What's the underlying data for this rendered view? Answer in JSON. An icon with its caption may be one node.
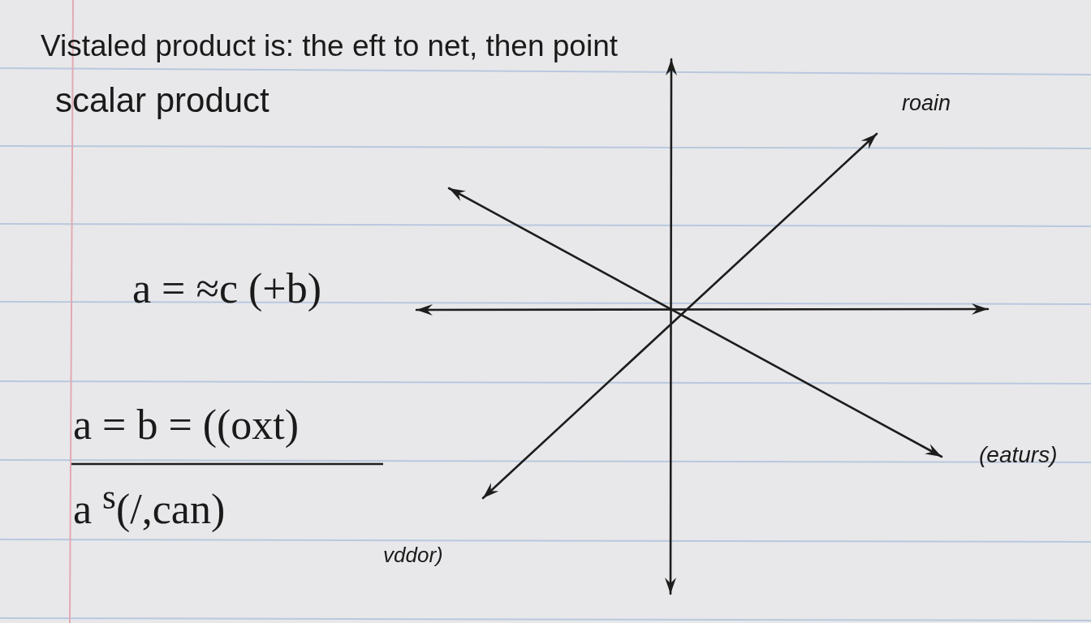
{
  "diagram": {
    "title": "Vistaled product is: the eft to net, then point",
    "labels": [
      "scalar product",
      "roain",
      "a = ≈c (+b)",
      "a = b = ((oxt)",
      "(eaturs)",
      "a $^{s}$(/,can)",
      "vddor)"
    ]
  }
}
